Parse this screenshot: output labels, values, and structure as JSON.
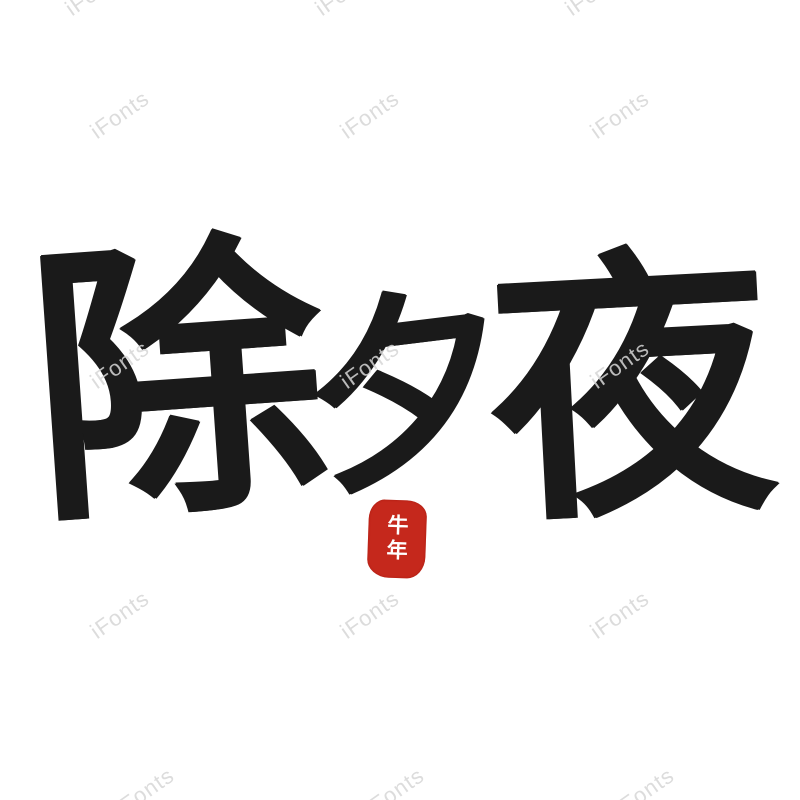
{
  "artwork": {
    "calligraphy": {
      "text": "除夕夜",
      "characters": [
        {
          "char": "除"
        },
        {
          "char": "夕"
        },
        {
          "char": "夜"
        }
      ],
      "ink_color": "#1a1a1a"
    },
    "seal": {
      "text": "牛年",
      "background_color": "#c5281c",
      "text_color": "#ffffff"
    },
    "watermark": {
      "text": "iFonts",
      "color": "#d6d6d6"
    }
  }
}
